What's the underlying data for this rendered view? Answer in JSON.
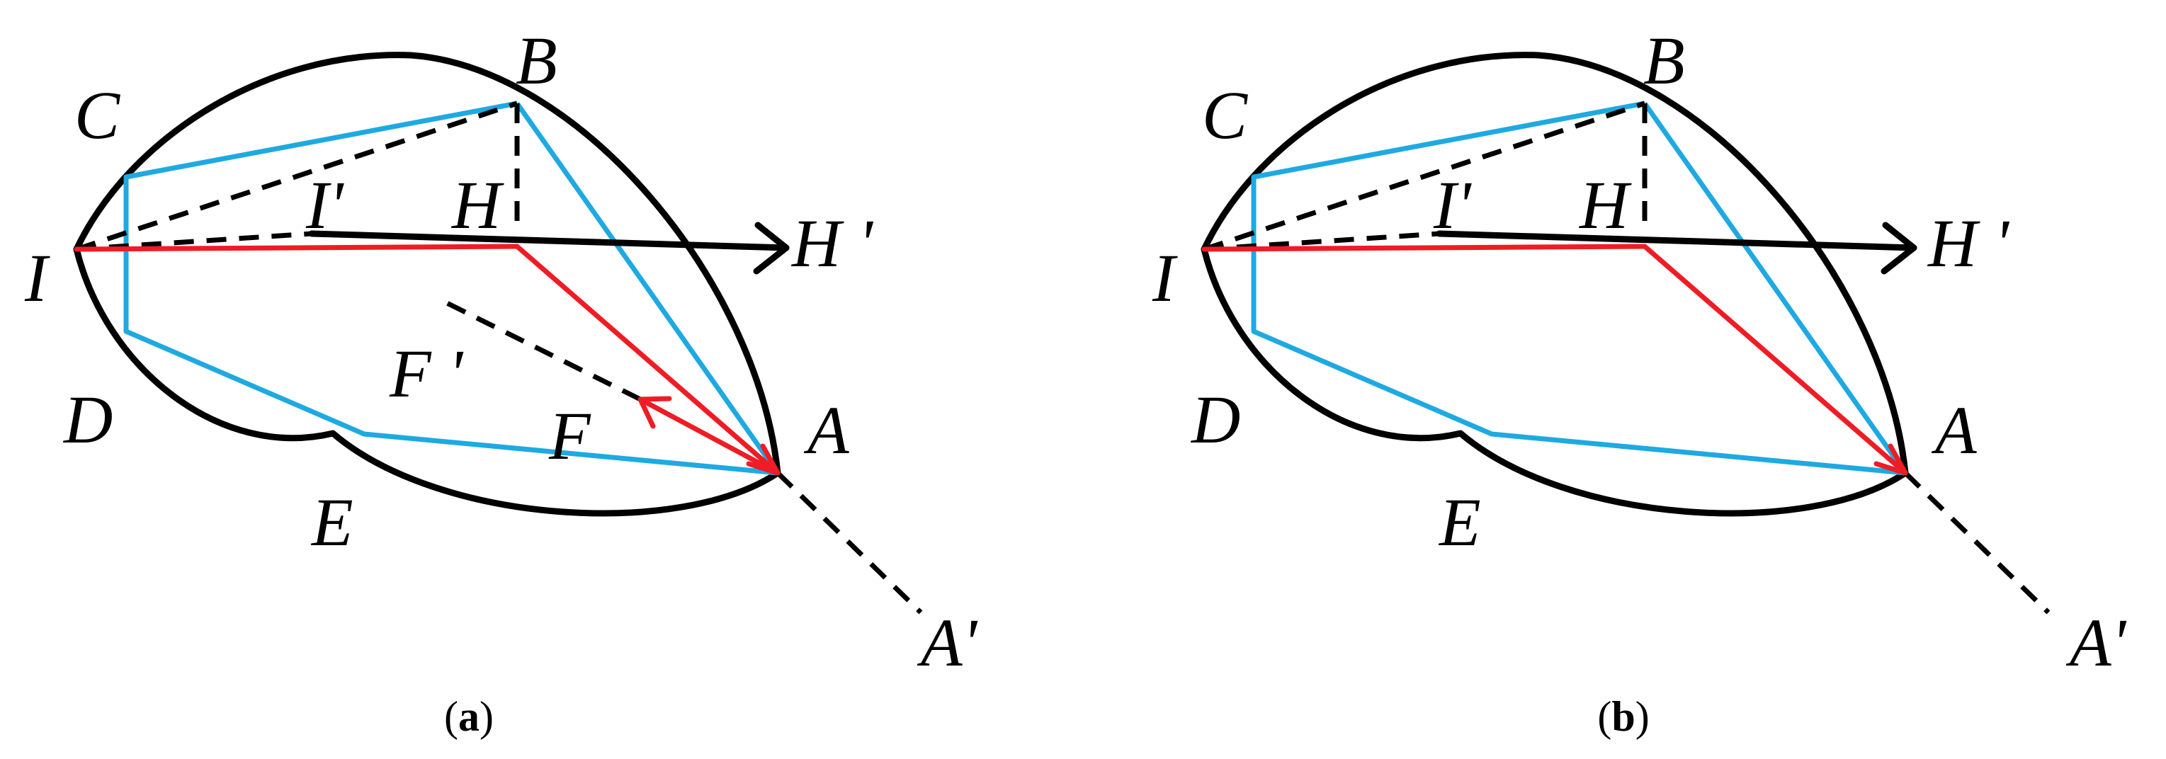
{
  "panels": [
    {
      "caption_open": "(",
      "caption_letter": "a",
      "caption_close": ")",
      "labels": {
        "B": "B",
        "C": "C",
        "I": "I",
        "D": "D",
        "E": "E",
        "A": "A",
        "A_prime": "A'",
        "H": "H",
        "H_prime": "H '",
        "I_prime": "I'",
        "F": "F",
        "F_prime": "F '"
      }
    },
    {
      "caption_open": "(",
      "caption_letter": "b",
      "caption_close": ")",
      "labels": {
        "B": "B",
        "C": "C",
        "I": "I",
        "D": "D",
        "E": "E",
        "A": "A",
        "A_prime": "A'",
        "H": "H",
        "H_prime": "H '",
        "I_prime": "I'"
      }
    }
  ],
  "colors": {
    "outline": "#000000",
    "polygon": "#1fa9e1",
    "vector": "#ee1c25"
  }
}
